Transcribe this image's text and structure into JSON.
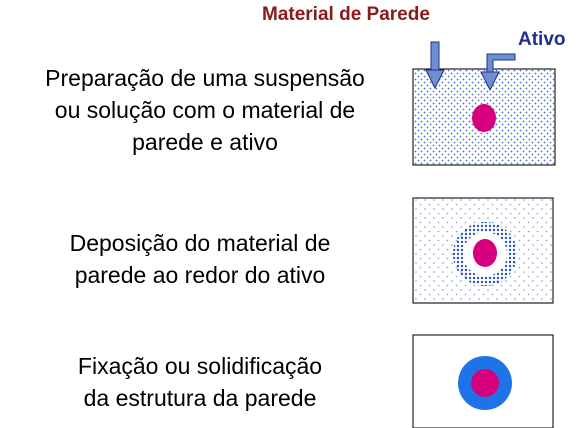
{
  "labels": {
    "wall_material": "Material de Parede",
    "active": "Ativo"
  },
  "steps": [
    {
      "lines": [
        "Preparação de uma suspensão",
        "ou solução com o material de",
        "parede e ativo"
      ]
    },
    {
      "lines": [
        "Deposição do material de",
        "parede ao redor do ativo"
      ]
    },
    {
      "lines": [
        "Fixação ou solidificação",
        "da estrutura da parede"
      ]
    }
  ],
  "colors": {
    "wall_label": "#8b1a1a",
    "active_label": "#1f2f8f",
    "active_core": "#d6007f",
    "wall_shell": "#1e73e8",
    "dots": "#4a72c8",
    "arrow_fill": "#6d8fcf"
  }
}
